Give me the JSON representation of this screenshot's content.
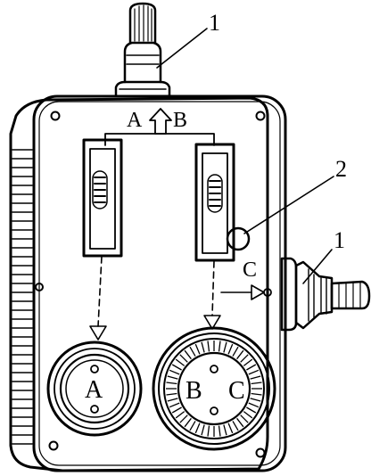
{
  "callouts": {
    "top_knob": "1",
    "right_knob": "1",
    "indicator_lamp": "2"
  },
  "flow_labels": {
    "left": "A",
    "right": "B",
    "side": "C"
  },
  "sockets": {
    "left_label": "A",
    "right_label_b": "B",
    "right_label_c": "C"
  }
}
